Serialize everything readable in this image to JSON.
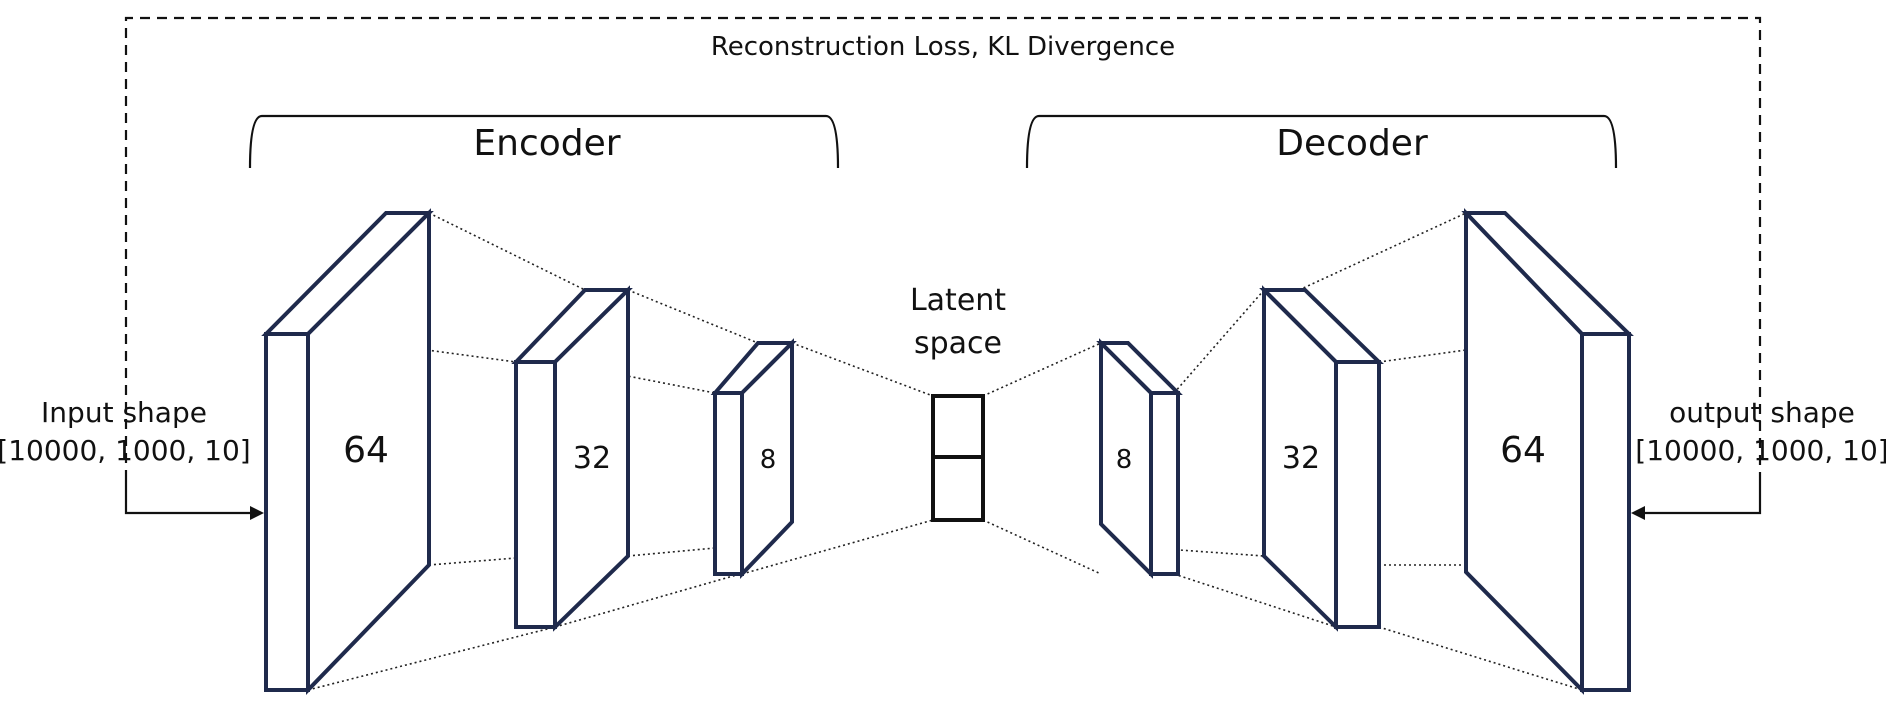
{
  "loss_label": "Reconstruction Loss, KL Divergence",
  "encoder_label": "Encoder",
  "decoder_label": "Decoder",
  "latent_label_line1": "Latent",
  "latent_label_line2": "space",
  "input": {
    "line1": "Input shape",
    "line2": "[10000, 1000, 10]"
  },
  "output": {
    "line1": "output shape",
    "line2": "[10000, 1000, 10]"
  },
  "encoder_layers": [
    "64",
    "32",
    "8"
  ],
  "decoder_layers": [
    "8",
    "32",
    "64"
  ],
  "colors": {
    "layer_stroke": "#1f2a4c",
    "line": "#111111"
  }
}
